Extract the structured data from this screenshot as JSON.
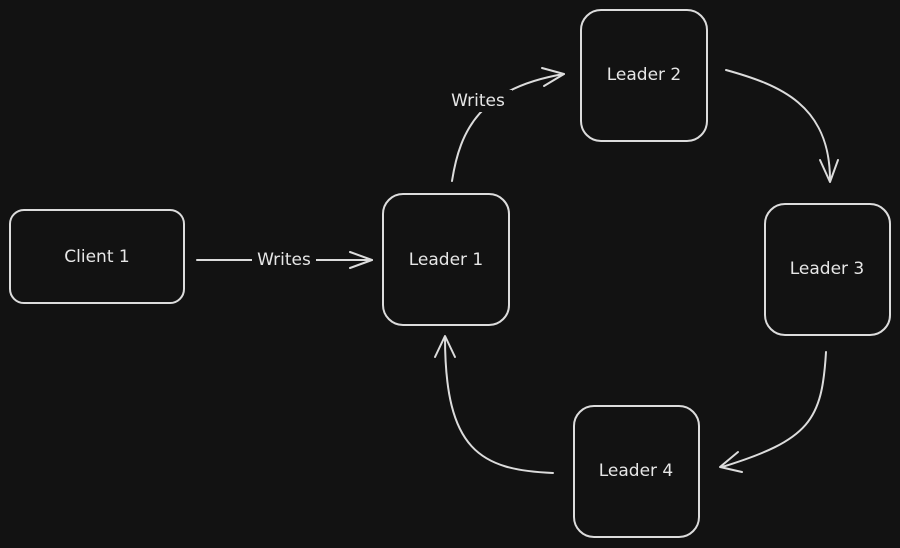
{
  "diagram": {
    "background": "#121212",
    "stroke_color": "#dcdcdc",
    "text_color": "#e6e6e6",
    "nodes": {
      "client1": "Client 1",
      "leader1": "Leader 1",
      "leader2": "Leader 2",
      "leader3": "Leader 3",
      "leader4": "Leader 4"
    },
    "edges": [
      {
        "from": "client1",
        "to": "leader1",
        "label": "Writes"
      },
      {
        "from": "leader1",
        "to": "leader2",
        "label": "Writes"
      },
      {
        "from": "leader2",
        "to": "leader3",
        "label": ""
      },
      {
        "from": "leader3",
        "to": "leader4",
        "label": ""
      },
      {
        "from": "leader4",
        "to": "leader1",
        "label": ""
      }
    ]
  }
}
